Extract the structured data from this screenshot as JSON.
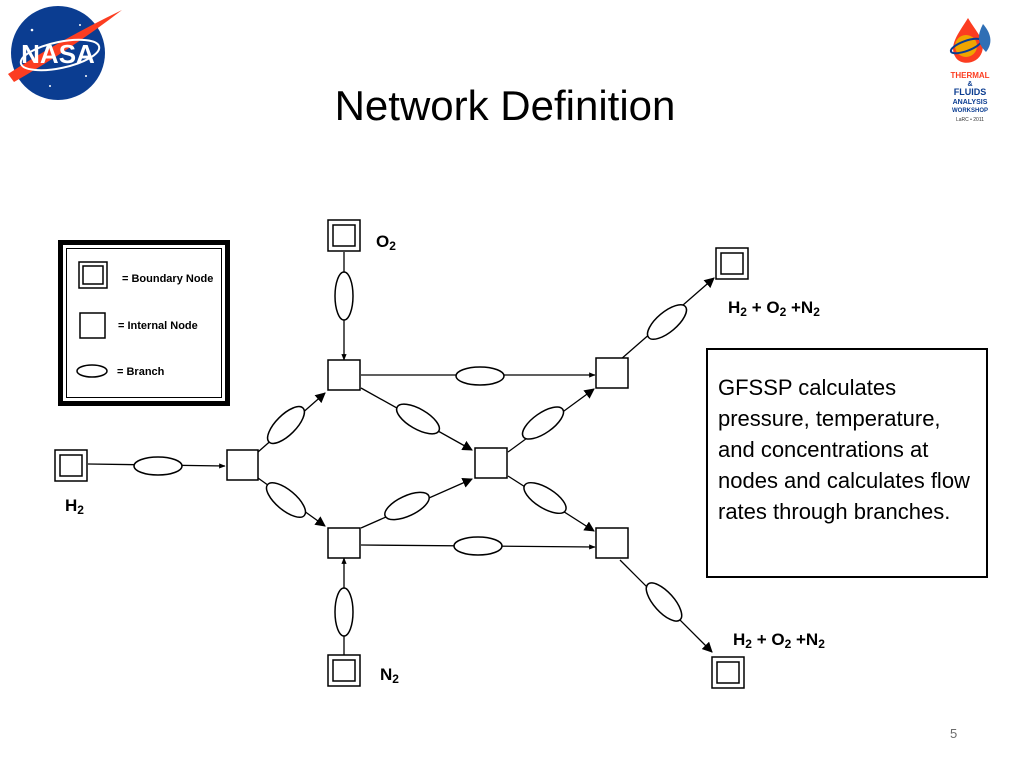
{
  "slide": {
    "title": "Network Definition",
    "page_number": "5"
  },
  "logos": {
    "nasa": {
      "text": "NASA",
      "icon": "nasa-meatball-logo"
    },
    "workshop": {
      "text_lines": [
        "THERMAL",
        "&",
        "FLUIDS",
        "ANALYSIS",
        "WORKSHOP",
        "LaRC • 2011"
      ],
      "icon": "tfaws-logo"
    }
  },
  "legend": {
    "boundary_node": "= Boundary Node",
    "internal_node": "= Internal Node",
    "branch": "= Branch"
  },
  "labels": {
    "o2": {
      "base": "O",
      "sub": "2"
    },
    "n2": {
      "base": "N",
      "sub": "2"
    },
    "h2": {
      "base": "H",
      "sub": "2"
    },
    "outlet_top": {
      "h": "H",
      "h_sub": "2",
      "plus1": " + O",
      "o_sub": "2",
      "plus2": " +N",
      "n_sub": "2"
    },
    "outlet_bottom": {
      "h": "H",
      "h_sub": "2",
      "plus1": " + O",
      "o_sub": "2",
      "plus2": " +N",
      "n_sub": "2"
    }
  },
  "info_text": "GFSSP calculates pressure, temperature, and concentrations at nodes and calculates flow rates through branches.",
  "colors": {
    "nasa_blue": "#0b3d91",
    "nasa_red": "#fc3d21",
    "line": "#000000"
  }
}
